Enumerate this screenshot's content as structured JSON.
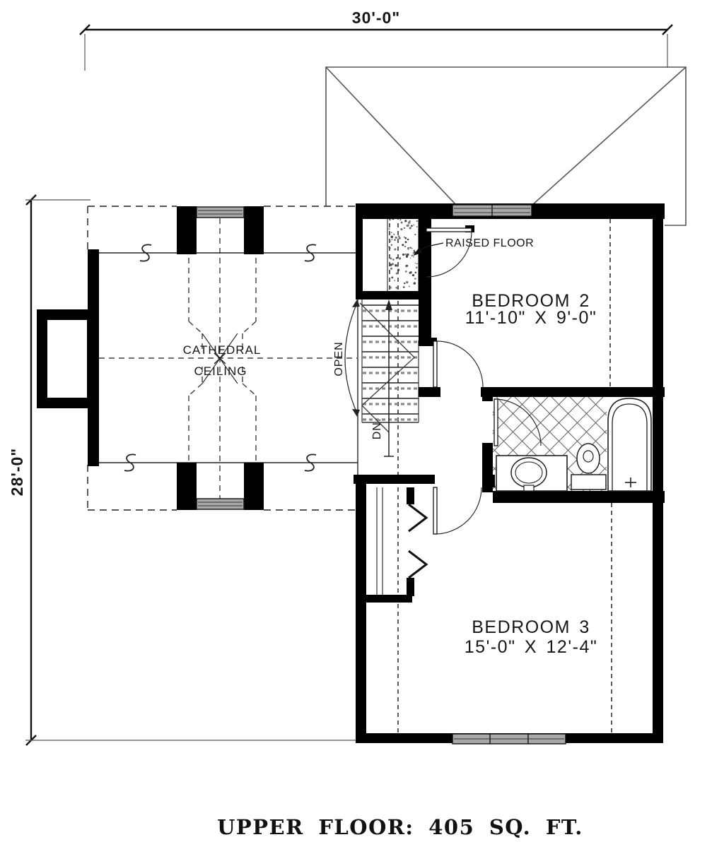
{
  "plan": {
    "type": "architectural floor plan",
    "caption": "UPPER FLOOR: 405 SQ. FT."
  },
  "dimensions": {
    "top": "30'-0\"",
    "left": "28'-0\""
  },
  "rooms": {
    "bedroom2": {
      "name": "BEDROOM 2",
      "size": "11'-10\" X 9'-0\""
    },
    "bedroom3": {
      "name": "BEDROOM 3",
      "size": "15'-0\" X 12'-4\""
    }
  },
  "labels": {
    "cathedral_1": "CATHEDRAL",
    "cathedral_2": "CEILING",
    "raised_floor": "RAISED FLOOR",
    "open": "OPEN",
    "down": "DN."
  },
  "colors": {
    "wall": "#000000",
    "line": "#1f1f1f",
    "thin": "#555555",
    "dash": "#3f3f3f",
    "window_fill": "#a8a8a8",
    "hatch": "#5f5f5f",
    "tread_shadow": "#8a8a8a",
    "background": "#ffffff"
  }
}
